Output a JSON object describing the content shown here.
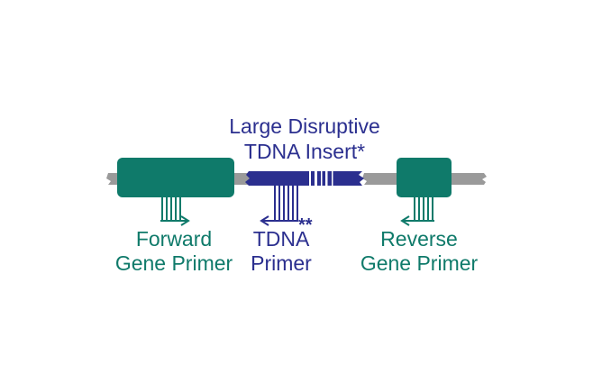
{
  "insert_label": {
    "line1": "Large Disruptive",
    "line2": "TDNA Insert*"
  },
  "forward_label": {
    "line1": "Forward",
    "line2": "Gene Primer"
  },
  "tdna_label": {
    "line1": "TDNA",
    "line2": "Primer",
    "mark": "**"
  },
  "reverse_label": {
    "line1": "Reverse",
    "line2": "Gene Primer"
  },
  "colors": {
    "gene": "#0f7a6a",
    "tdna": "#2b2f8f",
    "backbone": "#9a9a9a"
  }
}
